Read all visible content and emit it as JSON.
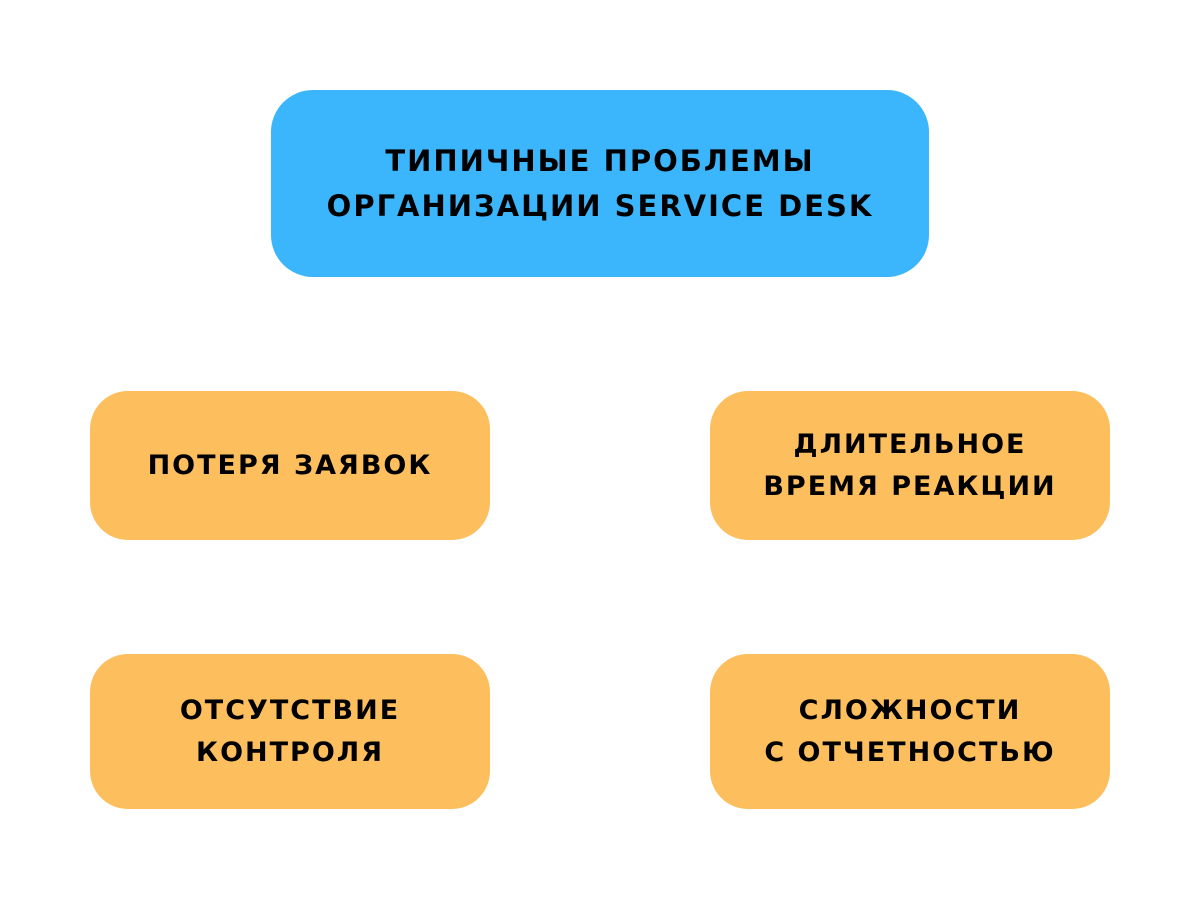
{
  "title": "Типичные проблемы\nорганизации Service Desk",
  "items": [
    {
      "label": "Потеря заявок"
    },
    {
      "label": "Длительное\nвремя реакции"
    },
    {
      "label": "Отсутствие\nконтроля"
    },
    {
      "label": "Сложности\nс отчетностью"
    }
  ],
  "colors": {
    "title_bg": "#3bb6fd",
    "item_bg": "#fdbf5e"
  }
}
